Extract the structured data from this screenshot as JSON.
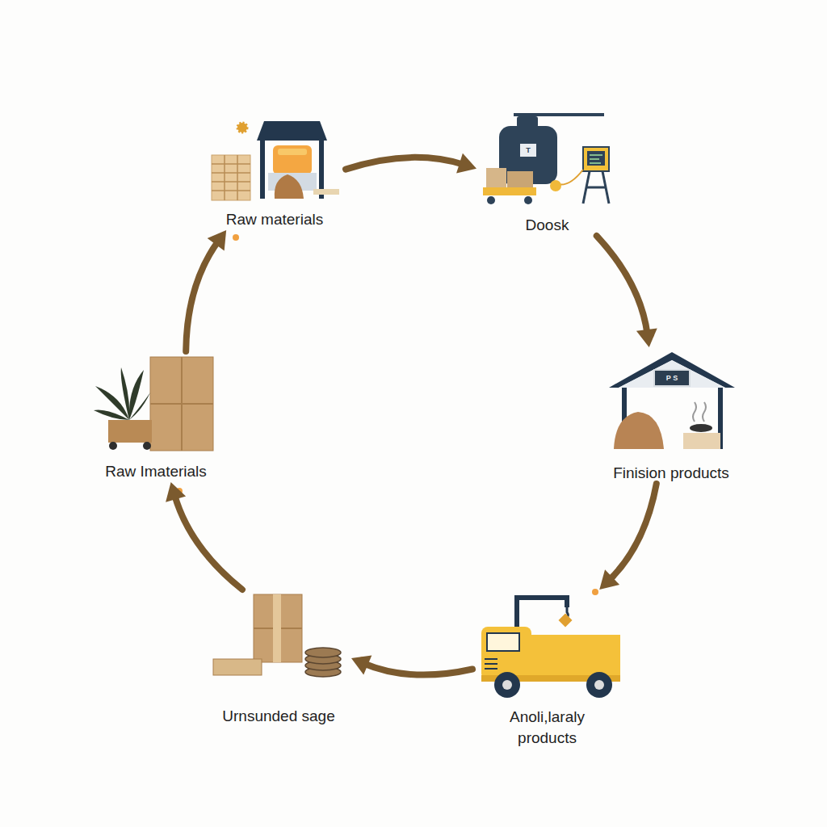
{
  "diagram": {
    "nodes": [
      {
        "text": [
          "Raw materials"
        ]
      },
      {
        "text": [
          "Doosk"
        ]
      },
      {
        "text": [
          "Finision products"
        ]
      },
      {
        "text": [
          "Anoli,laraly products"
        ]
      },
      {
        "text": [
          "Urnsunded sage"
        ]
      },
      {
        "text": [
          "Raw Imaterials"
        ]
      }
    ],
    "edges": [
      {
        "from": 0,
        "to": 1,
        "arrow": "to"
      },
      {
        "from": 1,
        "to": 2,
        "arrow": "to"
      },
      {
        "from": 2,
        "to": 3,
        "arrow": "to"
      },
      {
        "from": 3,
        "to": 4,
        "arrow": "to"
      },
      {
        "from": 4,
        "to": 5,
        "arrow": "to"
      },
      {
        "from": 5,
        "to": 0,
        "arrow": "to"
      }
    ],
    "labels": [
      "T",
      "P S"
    ]
  }
}
